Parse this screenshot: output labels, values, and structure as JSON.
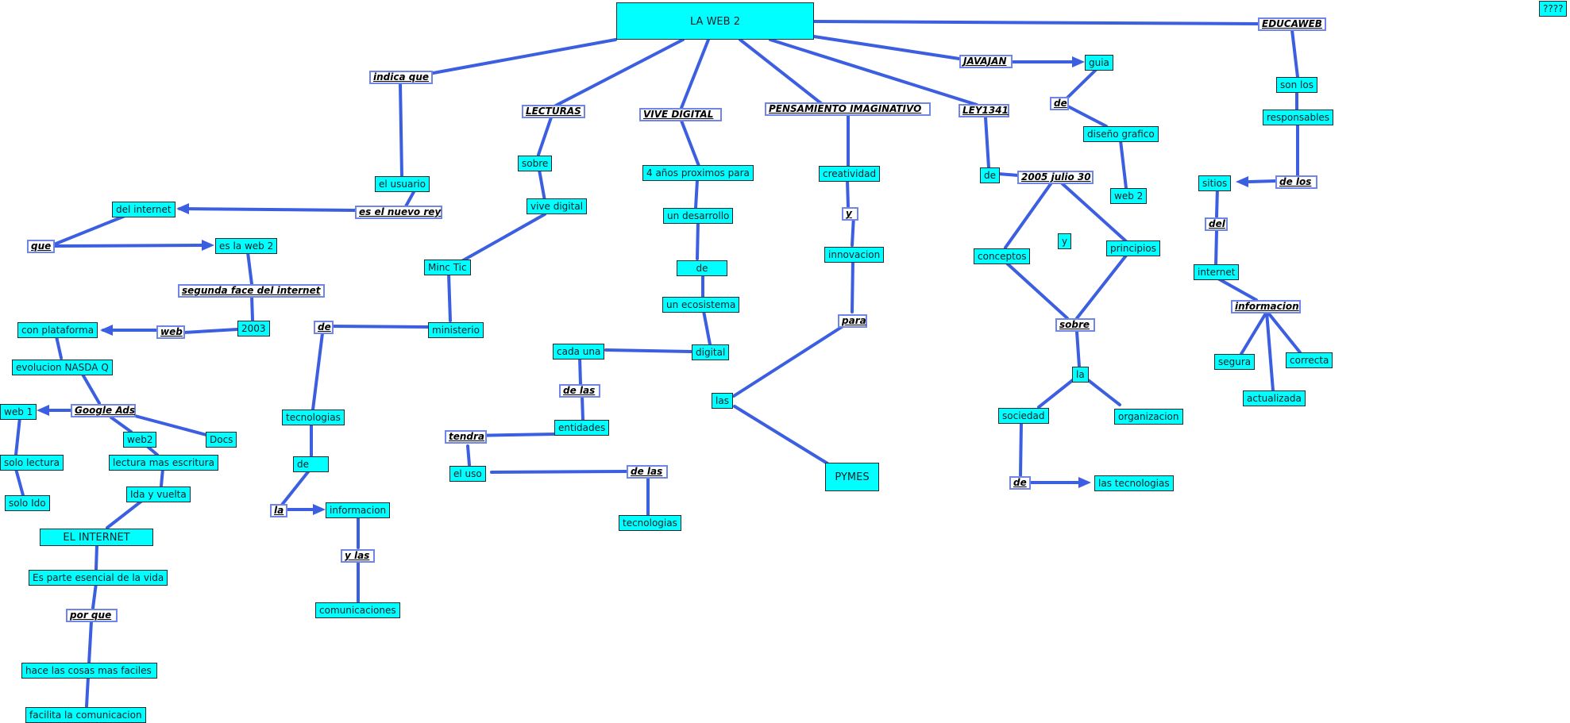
{
  "colors": {
    "node_fill": "#00ffff",
    "line": "#3b5fe0",
    "link_border": "#6f86e8"
  },
  "nodes": {
    "root": "LA WEB 2",
    "qqqq": "????",
    "del_internet": "del internet",
    "el_usuario": "el usuario",
    "es_la_web2": "es la web 2",
    "n2003": "2003",
    "con_plataforma": "con plataforma",
    "evolucion": "evolucion NASDA Q",
    "web1": "web 1",
    "web2b": "web2",
    "docs": "Docs",
    "solo_lectura": "solo lectura",
    "solo_ido": "solo Ido",
    "lectura_escritura": "lectura mas escritura",
    "ida_vuelta": "Ida y vuelta",
    "el_internet": "EL INTERNET",
    "es_parte": "Es parte esencial de la vida",
    "hace_cosas": "hace las cosas mas faciles",
    "facilita": "facilita la comunicacion",
    "sobre_lect": "sobre",
    "vive_digital_n": "vive digital",
    "minc_tic": "Minc Tic",
    "ministerio": "ministerio",
    "tecnologias_de": "tecnologias",
    "de_node": "de",
    "informacion_l": "informacion",
    "comunicaciones": "comunicaciones",
    "cuatro_anios": "4 años proximos para",
    "un_desarrollo": "un desarrollo",
    "de_node2": "de",
    "un_ecosistema": "un ecosistema",
    "digital": "digital",
    "cada_una": "cada una",
    "entidades": "entidades",
    "el_uso": "el uso",
    "tecnologias_uso": "tecnologias",
    "creatividad": "creatividad",
    "innovacion": "innovacion",
    "las": "las",
    "pymes": "PYMES",
    "de_ley": "de",
    "conceptos": "conceptos",
    "y_node": "y",
    "principios": "principios",
    "la_node": "la",
    "sociedad": "sociedad",
    "organizacion": "organizacion",
    "las_tecnologias": "las tecnologias",
    "guia": "guia",
    "diseno_grafico": "diseño grafico",
    "web2_java": "web 2",
    "son_los": "son los",
    "responsables": "responsables",
    "sitios": "sitios",
    "internet_r": "internet",
    "segura": "segura",
    "correcta": "correcta",
    "actualizada": "actualizada"
  },
  "links": {
    "indica_que": "indica que",
    "lecturas": "LECTURAS",
    "vive_digital": "VIVE DIGITAL",
    "pensamiento": "PENSAMIENTO IMAGINATIVO",
    "ley1341": "LEY1341",
    "javajan": "JAVAJAN",
    "educaweb": "EDUCAWEB",
    "es_nuevo_rey": "es el nuevo rey",
    "que": "que",
    "segunda_face": "segunda face del internet",
    "web_l": "web",
    "google_ads": "Google Ads",
    "por_que": "por que",
    "de_ministerio": "de",
    "la_l": "la",
    "y_las": "y las",
    "de_las_1": "de las",
    "tendra": "tendra",
    "de_las_2": "de las",
    "y_l": "y",
    "para": "para",
    "fecha": "2005 julio 30",
    "sobre_l": "sobre",
    "de_l2": "de",
    "de_java": "de",
    "de_los": "de los",
    "del_l": "del",
    "informacion_r": "informacion"
  }
}
